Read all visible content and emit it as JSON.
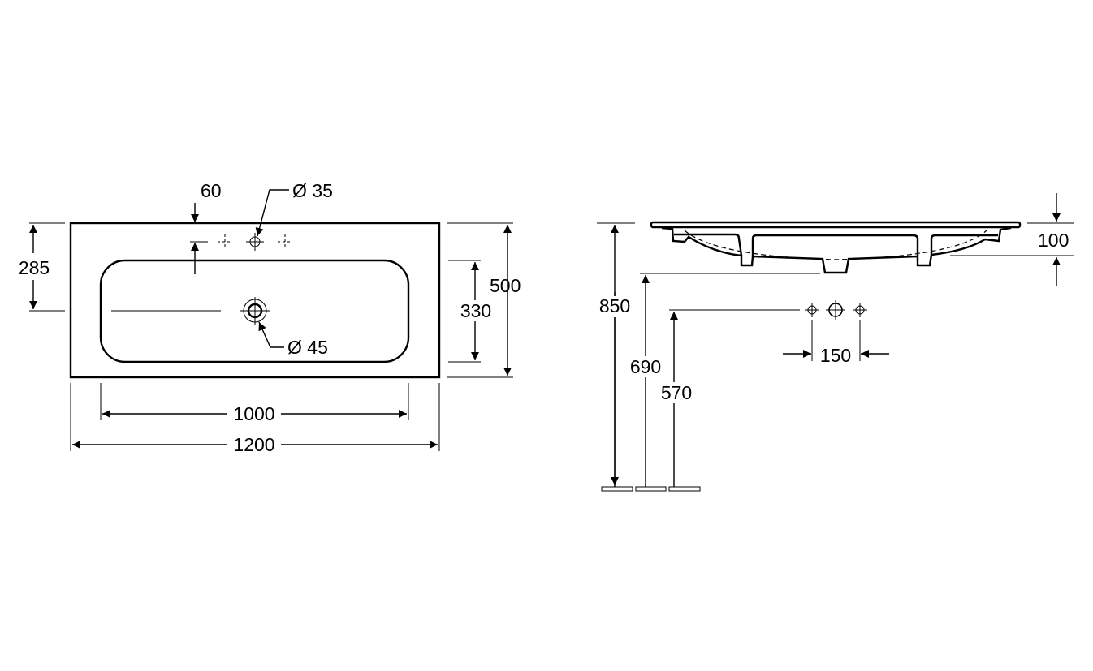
{
  "drawing": {
    "top_view": {
      "width_total": "1200",
      "width_basin": "1000",
      "depth_total": "500",
      "depth_basin": "330",
      "drain_offset": "285",
      "tap_offset": "60",
      "tap_hole": "Ø 35",
      "drain_hole": "Ø 45"
    },
    "side_view": {
      "height_top": "850",
      "height_underside": "690",
      "height_taps": "570",
      "thickness": "100",
      "tap_spacing": "150"
    }
  }
}
